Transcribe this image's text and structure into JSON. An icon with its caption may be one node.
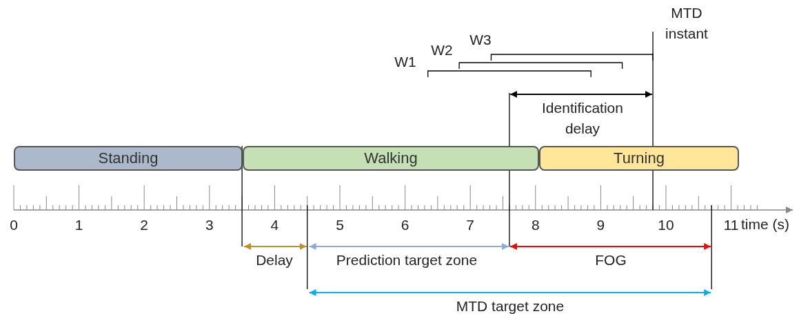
{
  "diagram": {
    "nodes": [
      {
        "text": [
          "Standing"
        ]
      },
      {
        "text": [
          "Walking"
        ]
      },
      {
        "text": [
          "Turning"
        ]
      }
    ],
    "labels": [
      "MTD instant",
      "W3",
      "W2",
      "W1",
      "Identification delay",
      "0",
      "1",
      "2",
      "3",
      "4",
      "5",
      "6",
      "7",
      "8",
      "9",
      "10",
      "11",
      "time (s)",
      "Delay",
      "Prediction target zone",
      "FOG",
      "MTD target zone"
    ]
  }
}
